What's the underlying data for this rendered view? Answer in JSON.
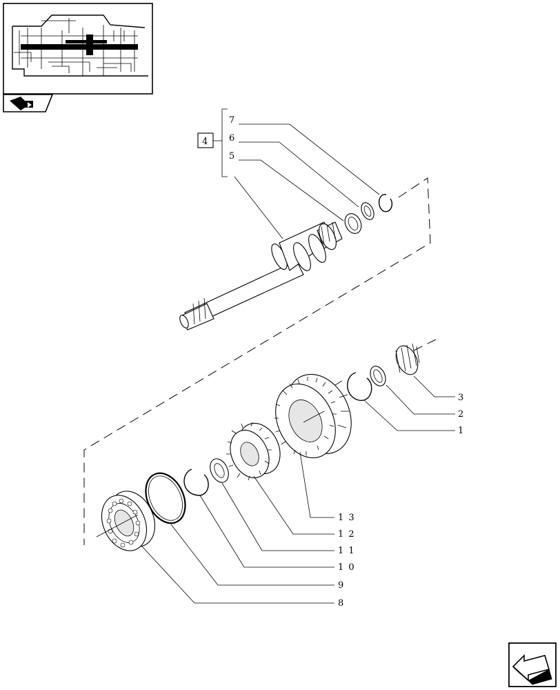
{
  "diagram": {
    "group_label": "4",
    "group_items": [
      "7",
      "6",
      "5"
    ],
    "callouts": [
      "3",
      "2",
      "1",
      "1 3",
      "1 2",
      "1 1",
      "1 0",
      "9",
      "8"
    ]
  },
  "thumbnail": {
    "icon": "transmission-section-icon"
  },
  "nav": {
    "back_icon": "back-arrow-icon",
    "next_icon": "next-page-arrow-icon"
  }
}
